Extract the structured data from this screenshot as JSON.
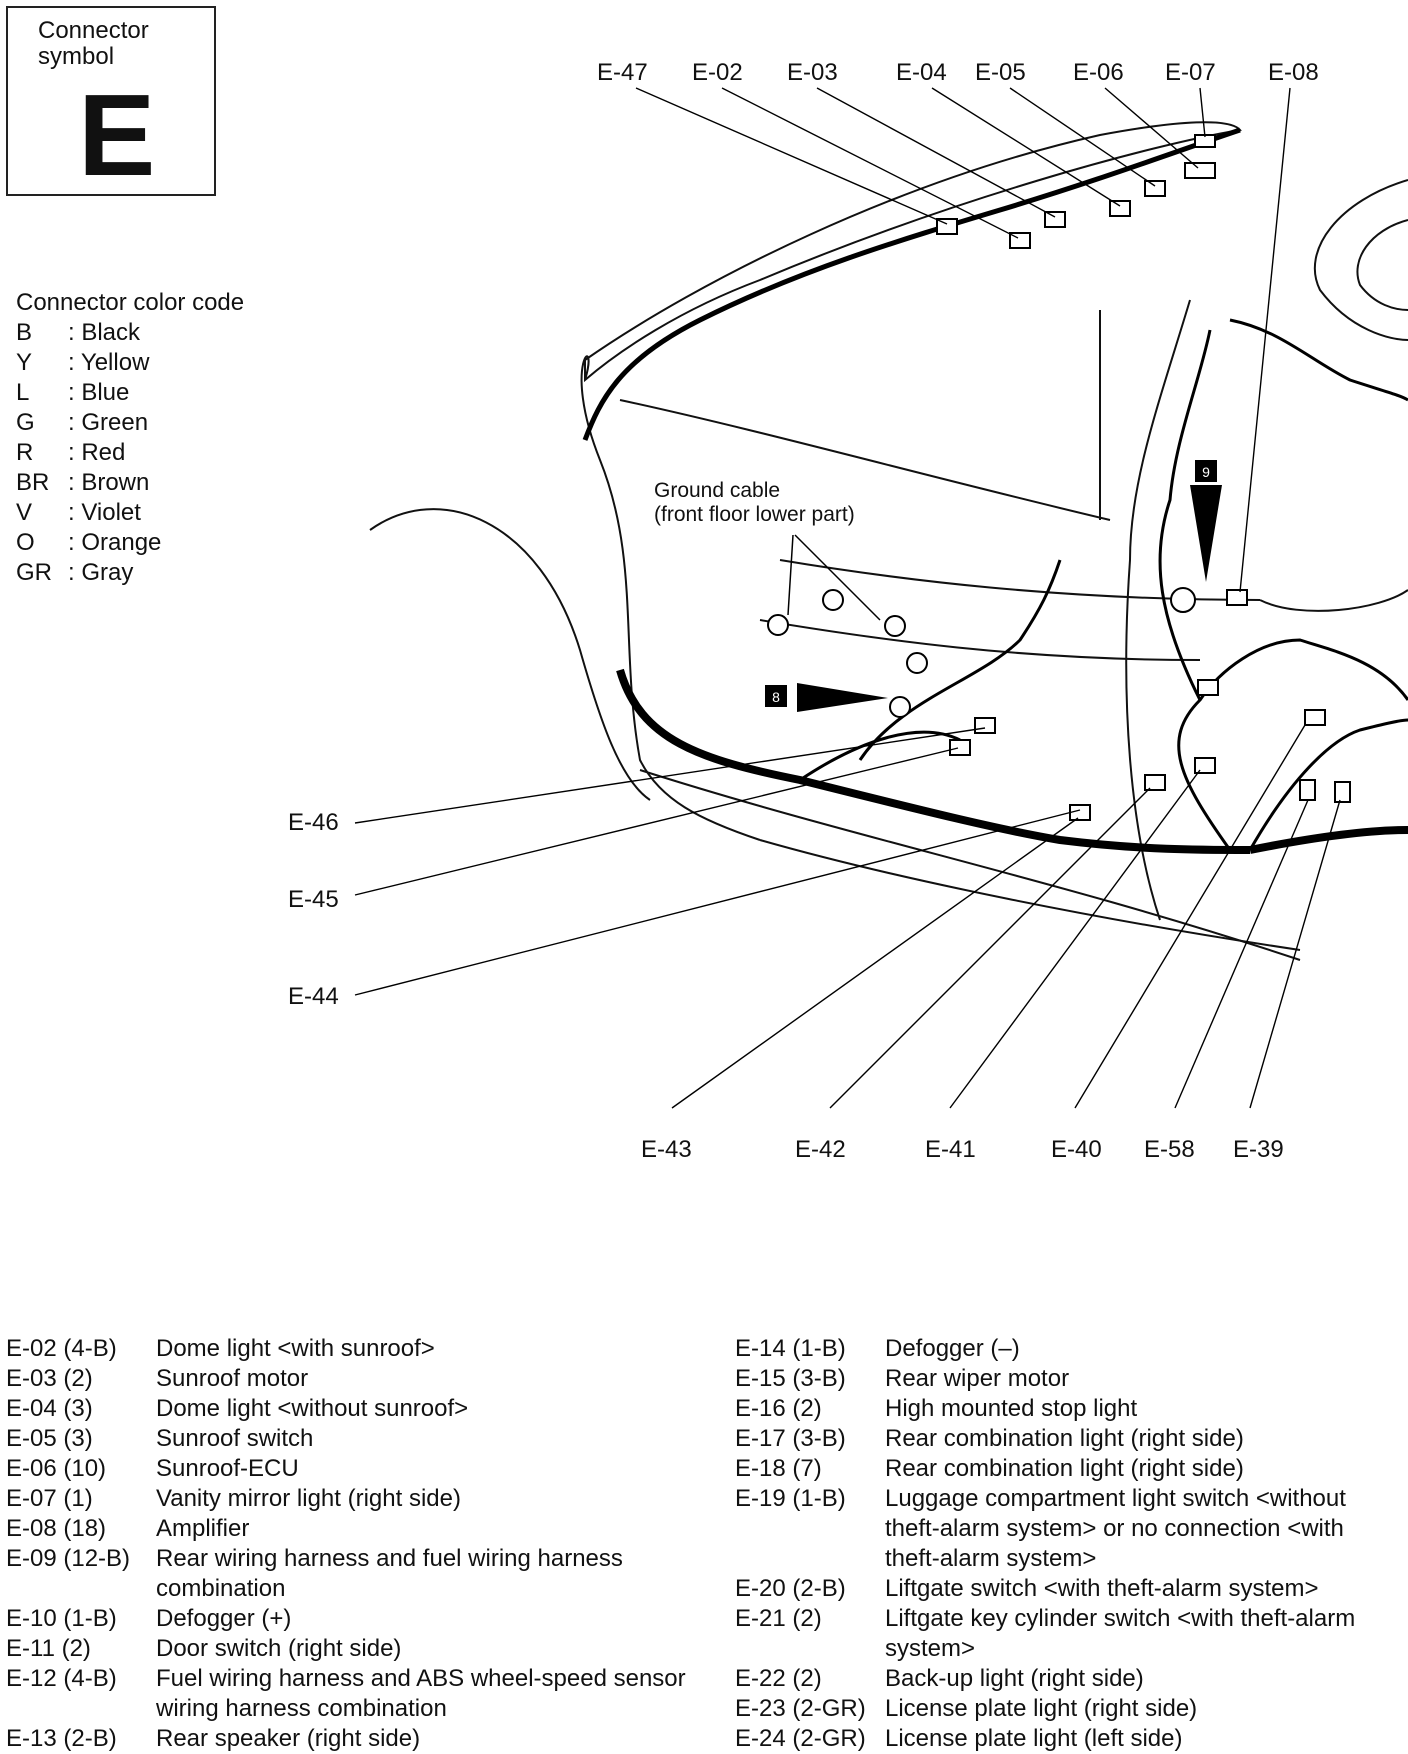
{
  "symbol": {
    "title": "Connector symbol",
    "letter": "E"
  },
  "color_code": {
    "heading": "Connector color code",
    "items": [
      {
        "abbr": "B",
        "name": ": Black"
      },
      {
        "abbr": "Y",
        "name": ": Yellow"
      },
      {
        "abbr": "L",
        "name": ": Blue"
      },
      {
        "abbr": "G",
        "name": ": Green"
      },
      {
        "abbr": "R",
        "name": ": Red"
      },
      {
        "abbr": "BR",
        "name": ": Brown"
      },
      {
        "abbr": "V",
        "name": ": Violet"
      },
      {
        "abbr": "O",
        "name": ": Orange"
      },
      {
        "abbr": "GR",
        "name": ": Gray"
      }
    ]
  },
  "diagram": {
    "ground_label_1": "Ground cable",
    "ground_label_2": "(front floor lower part)",
    "marker_8": "8",
    "marker_9": "9",
    "top_labels": [
      "E-47",
      "E-02",
      "E-03",
      "E-04",
      "E-05",
      "E-06",
      "E-07",
      "E-08"
    ],
    "left_labels": [
      "E-46",
      "E-45",
      "E-44"
    ],
    "bottom_labels": [
      "E-43",
      "E-42",
      "E-41",
      "E-40",
      "E-58",
      "E-39"
    ]
  },
  "legend_left": [
    {
      "code": "E-02 (4-B)",
      "desc": "Dome light <with sunroof>"
    },
    {
      "code": "E-03 (2)",
      "desc": "Sunroof motor"
    },
    {
      "code": "E-04 (3)",
      "desc": "Dome light <without sunroof>"
    },
    {
      "code": "E-05 (3)",
      "desc": "Sunroof switch"
    },
    {
      "code": "E-06 (10)",
      "desc": "Sunroof-ECU"
    },
    {
      "code": "E-07 (1)",
      "desc": "Vanity mirror light (right side)"
    },
    {
      "code": "E-08 (18)",
      "desc": "Amplifier"
    },
    {
      "code": "E-09 (12-B)",
      "desc": "Rear wiring harness and fuel wiring harness combination"
    },
    {
      "code": "E-10 (1-B)",
      "desc": "Defogger (+)"
    },
    {
      "code": "E-11 (2)",
      "desc": "Door switch (right side)"
    },
    {
      "code": "E-12 (4-B)",
      "desc": "Fuel wiring harness and ABS wheel-speed sensor wiring harness combination"
    },
    {
      "code": "E-13 (2-B)",
      "desc": "Rear speaker (right side)"
    }
  ],
  "legend_right": [
    {
      "code": "E-14 (1-B)",
      "desc": "Defogger (–)"
    },
    {
      "code": "E-15 (3-B)",
      "desc": "Rear wiper motor"
    },
    {
      "code": "E-16 (2)",
      "desc": "High mounted stop light"
    },
    {
      "code": "E-17 (3-B)",
      "desc": "Rear combination light (right side)"
    },
    {
      "code": "E-18 (7)",
      "desc": "Rear combination light (right side)"
    },
    {
      "code": "E-19 (1-B)",
      "desc": "Luggage compartment light switch <without theft-alarm system> or no connection <with theft-alarm system>"
    },
    {
      "code": "E-20 (2-B)",
      "desc": "Liftgate switch <with theft-alarm system>"
    },
    {
      "code": "E-21 (2)",
      "desc": "Liftgate key cylinder switch <with theft-alarm system>"
    },
    {
      "code": "E-22 (2)",
      "desc": "Back-up light (right side)"
    },
    {
      "code": "E-23 (2-GR)",
      "desc": "License plate light (right side)"
    },
    {
      "code": "E-24 (2-GR)",
      "desc": "License plate light (left side)"
    }
  ]
}
